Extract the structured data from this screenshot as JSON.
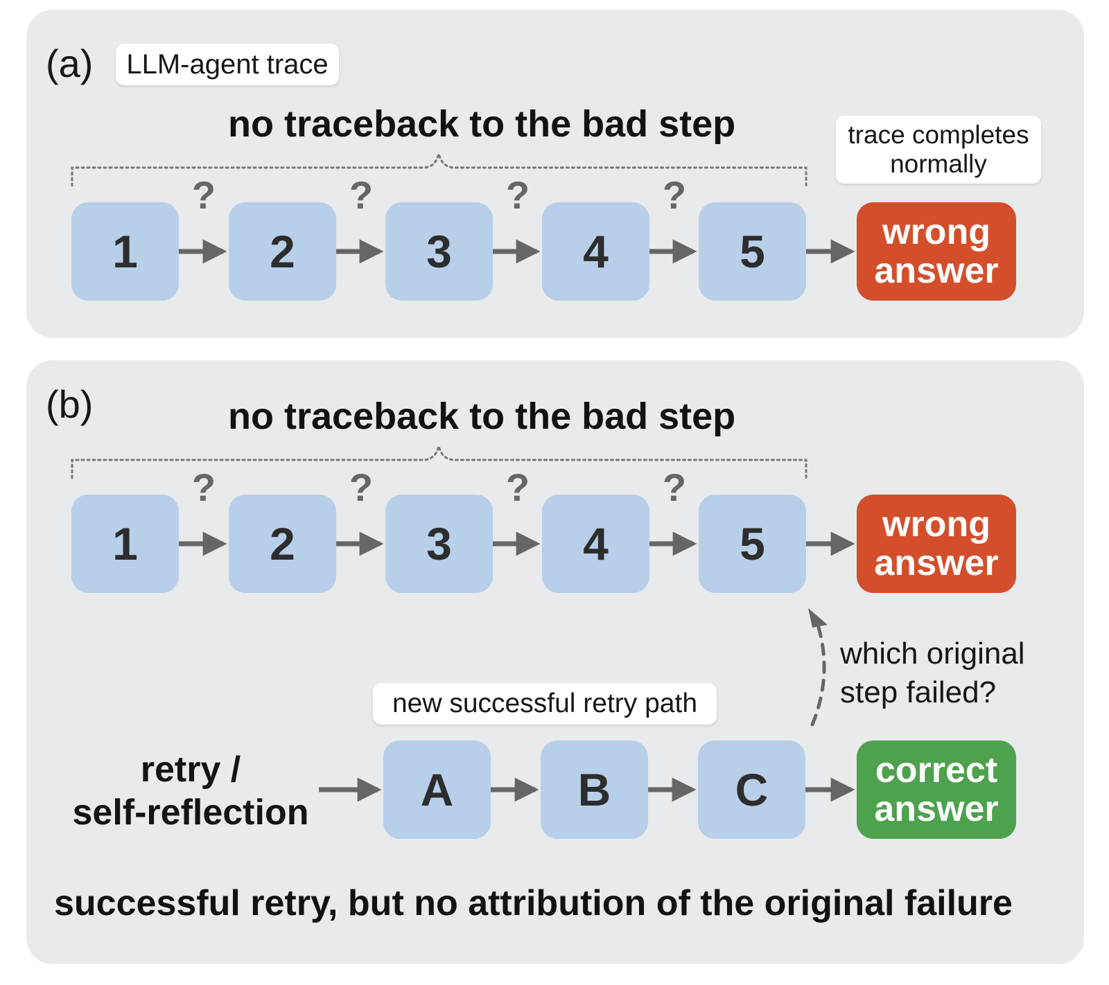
{
  "panel_a": {
    "letter": "(a)",
    "tag": "LLM-agent trace",
    "heading": "no traceback to the bad step",
    "question_marks": [
      "?",
      "?",
      "?",
      "?"
    ],
    "steps": [
      "1",
      "2",
      "3",
      "4",
      "5"
    ],
    "result": "wrong\nanswer",
    "note": "trace completes\nnormally"
  },
  "panel_b": {
    "letter": "(b)",
    "heading": "no traceback to the bad step",
    "question_marks": [
      "?",
      "?",
      "?",
      "?"
    ],
    "steps": [
      "1",
      "2",
      "3",
      "4",
      "5"
    ],
    "result": "wrong\nanswer",
    "retry_label": "retry /\nself-reflection",
    "retry_path_tag": "new successful retry path",
    "retry_steps": [
      "A",
      "B",
      "C"
    ],
    "retry_result": "correct\nanswer",
    "question": "which original\nstep failed?",
    "caption": "successful retry, but no attribution of the original failure"
  },
  "colors": {
    "panel_bg": "#e9eaec",
    "step_node": "#b7cfe9",
    "wrong_answer": "#d34f2c",
    "correct_answer": "#4ea14d",
    "arrow": "#666666"
  }
}
